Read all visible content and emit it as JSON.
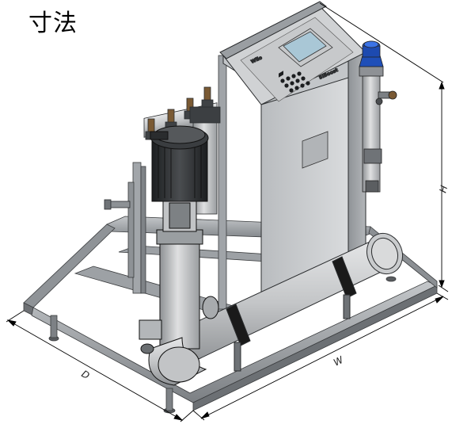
{
  "title": "寸法",
  "dimensions": {
    "height_label": "H",
    "width_label": "W",
    "depth_label": "D"
  },
  "panel": {
    "brand": "Wilo",
    "model_logo": "SiBoost"
  },
  "colors": {
    "frame": "#9ea2a6",
    "cabinet": "#c9cbcd",
    "cabinet_dark": "#a8abaf",
    "motor": "#2a2c2f",
    "pipe": "#c6c8ca",
    "valve_cap": "#1f4fb8",
    "band": "#1a1a1a",
    "dimension_line": "#000000"
  }
}
